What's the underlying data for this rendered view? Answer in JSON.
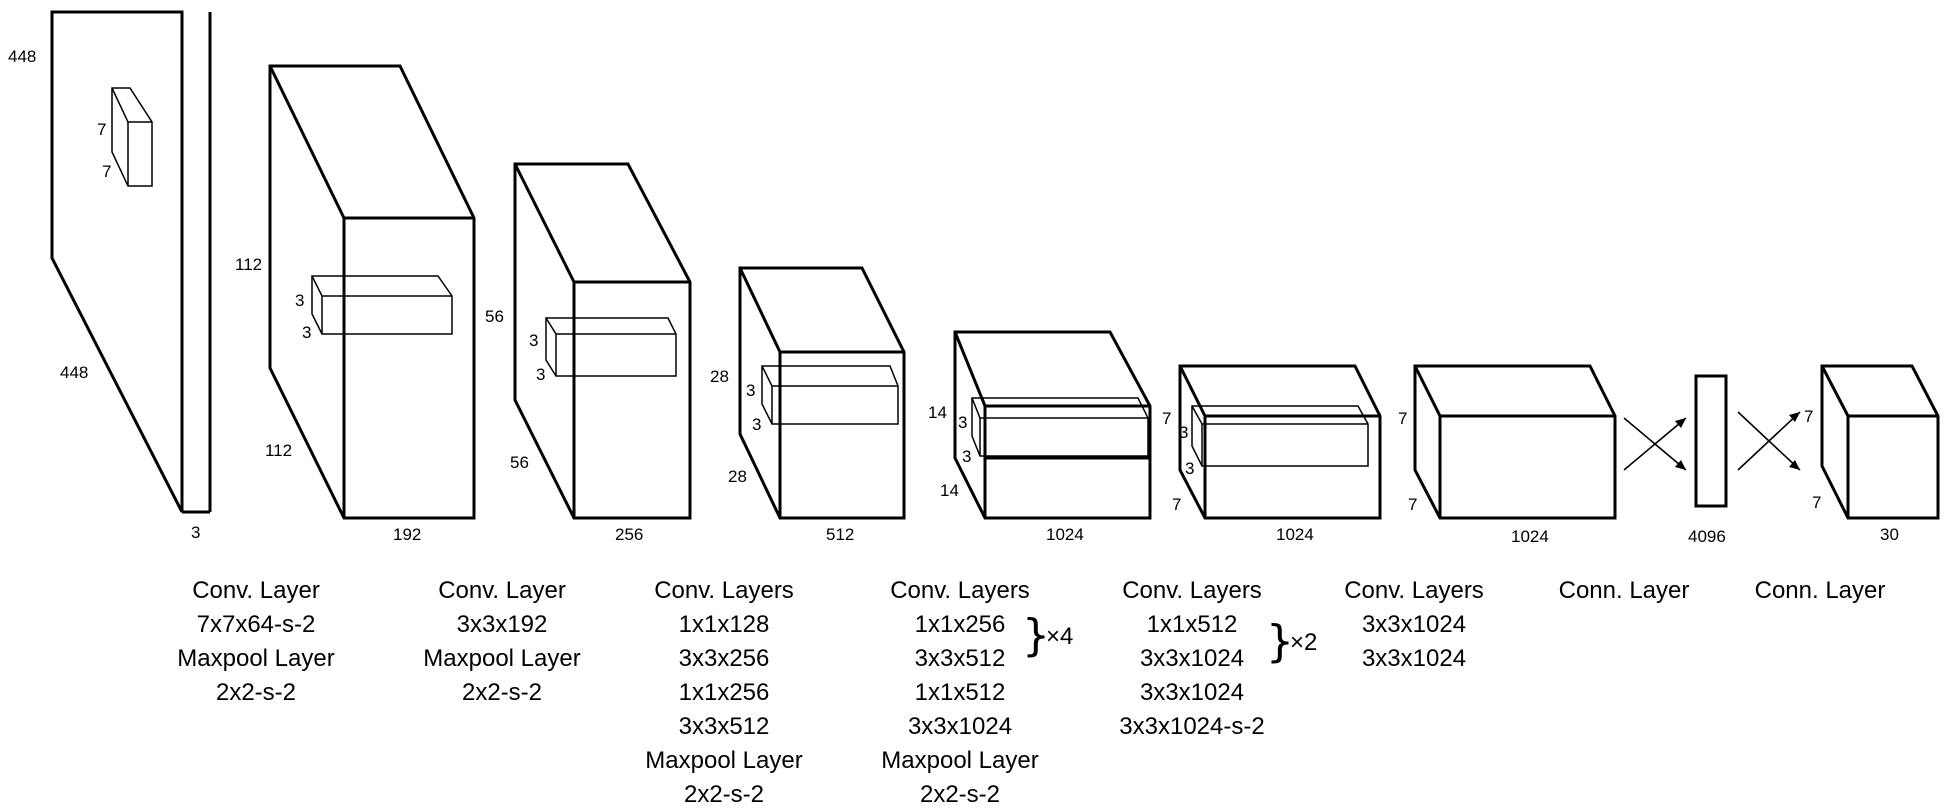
{
  "input_layer": {
    "height": "448",
    "width": "448",
    "channels": "3",
    "kernel_h": "7",
    "kernel_w": "7"
  },
  "blocks": [
    {
      "height": "112",
      "width": "112",
      "channels": "192",
      "kernel_h": "3",
      "kernel_w": "3",
      "caption": [
        "Conv. Layer",
        "7x7x64-s-2",
        "Maxpool Layer",
        "2x2-s-2"
      ]
    },
    {
      "height": "56",
      "width": "56",
      "channels": "256",
      "kernel_h": "3",
      "kernel_w": "3",
      "caption": [
        "Conv. Layer",
        "3x3x192",
        "Maxpool Layer",
        "2x2-s-2"
      ]
    },
    {
      "height": "28",
      "width": "28",
      "channels": "512",
      "kernel_h": "3",
      "kernel_w": "3",
      "caption": [
        "Conv. Layers",
        "1x1x128",
        "3x3x256",
        "1x1x256",
        "3x3x512",
        "Maxpool Layer",
        "2x2-s-2"
      ]
    },
    {
      "height": "14",
      "width": "14",
      "channels": "1024",
      "kernel_h": "3",
      "kernel_w": "3",
      "caption": [
        "Conv. Layers",
        "1x1x256",
        "3x3x512",
        "1x1x512",
        "3x3x1024",
        "Maxpool Layer",
        "2x2-s-2"
      ],
      "repeat": "×4"
    },
    {
      "height": "7",
      "width": "7",
      "channels": "1024",
      "kernel_h": "3",
      "kernel_w": "3",
      "caption": [
        "Conv. Layers",
        "1x1x512",
        "3x3x1024",
        "3x3x1024",
        "3x3x1024-s-2"
      ],
      "repeat": "×2"
    },
    {
      "height": "7",
      "width": "7",
      "channels": "1024",
      "caption": [
        "Conv. Layers",
        "3x3x1024",
        "3x3x1024"
      ]
    }
  ],
  "fc_layer": {
    "units": "4096",
    "caption": "Conn. Layer"
  },
  "output_layer": {
    "height": "7",
    "width": "7",
    "channels": "30",
    "caption": "Conn. Layer"
  }
}
